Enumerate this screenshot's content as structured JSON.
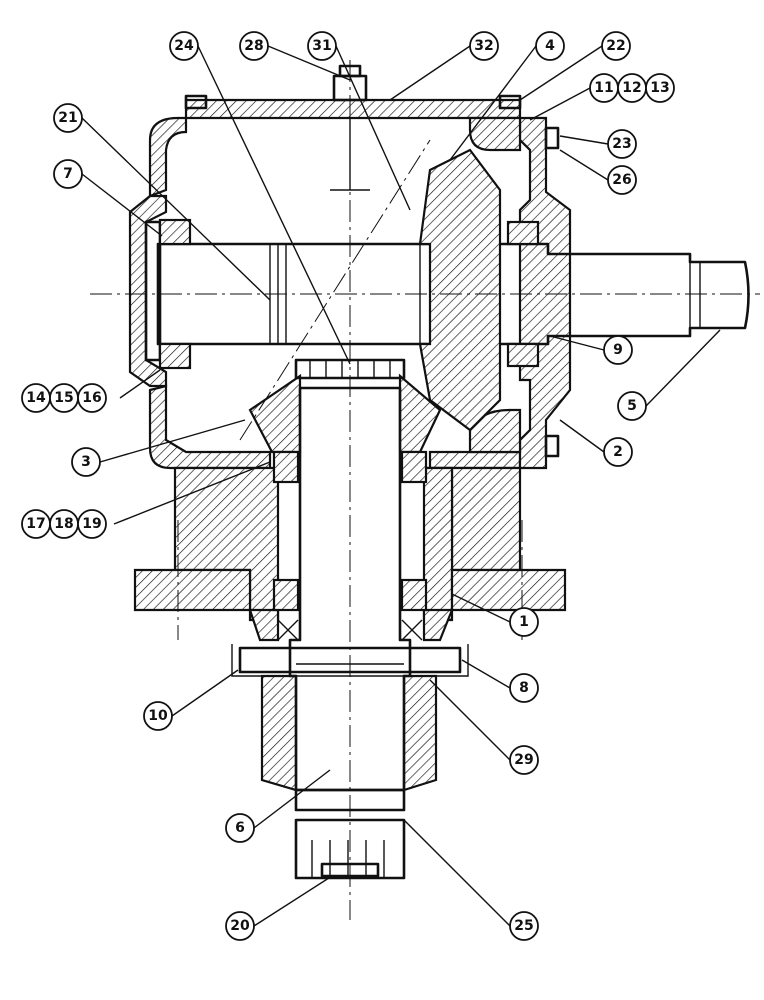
{
  "callouts": [
    {
      "id": "c24",
      "label": "24"
    },
    {
      "id": "c28",
      "label": "28"
    },
    {
      "id": "c31",
      "label": "31"
    },
    {
      "id": "c32",
      "label": "32"
    },
    {
      "id": "c4",
      "label": "4"
    },
    {
      "id": "c22",
      "label": "22"
    },
    {
      "id": "c11",
      "label": "11"
    },
    {
      "id": "c12",
      "label": "12"
    },
    {
      "id": "c13",
      "label": "13"
    },
    {
      "id": "c21",
      "label": "21"
    },
    {
      "id": "c23",
      "label": "23"
    },
    {
      "id": "c7",
      "label": "7"
    },
    {
      "id": "c26",
      "label": "26"
    },
    {
      "id": "c9",
      "label": "9"
    },
    {
      "id": "c14",
      "label": "14"
    },
    {
      "id": "c15",
      "label": "15"
    },
    {
      "id": "c16",
      "label": "16"
    },
    {
      "id": "c5",
      "label": "5"
    },
    {
      "id": "c3",
      "label": "3"
    },
    {
      "id": "c2",
      "label": "2"
    },
    {
      "id": "c17",
      "label": "17"
    },
    {
      "id": "c18",
      "label": "18"
    },
    {
      "id": "c19",
      "label": "19"
    },
    {
      "id": "c1",
      "label": "1"
    },
    {
      "id": "c8",
      "label": "8"
    },
    {
      "id": "c10",
      "label": "10"
    },
    {
      "id": "c29",
      "label": "29"
    },
    {
      "id": "c6",
      "label": "6"
    },
    {
      "id": "c20",
      "label": "20"
    },
    {
      "id": "c25",
      "label": "25"
    }
  ]
}
